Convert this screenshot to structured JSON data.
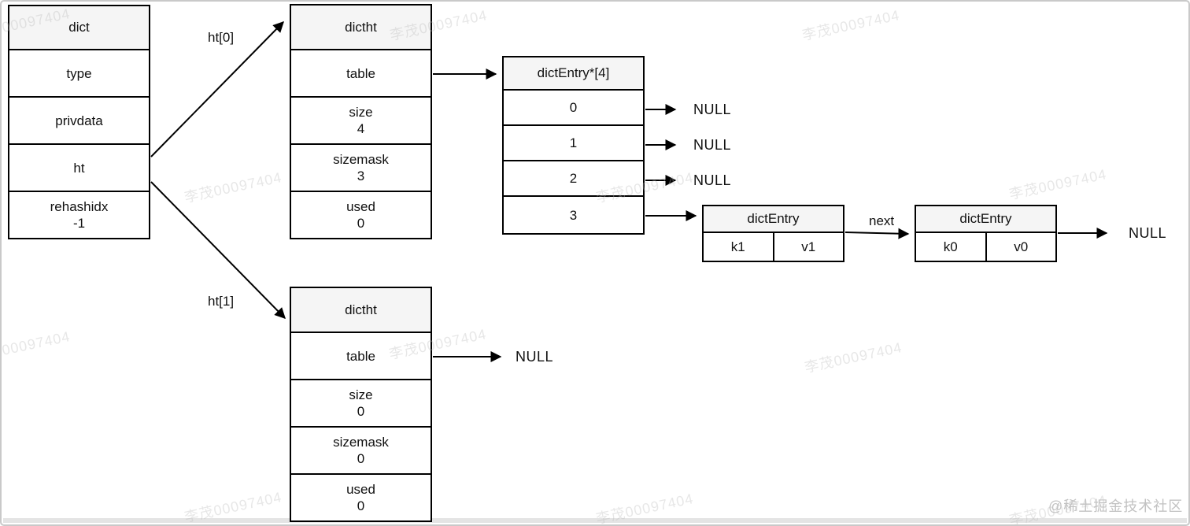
{
  "colors": {
    "header_bg": "#f5f5f5",
    "box_border": "#000000",
    "frame_border": "#c9c9c9",
    "watermark": "#bdbdbd",
    "badge": "#c2c2c2"
  },
  "watermark": {
    "text": "李茂00097404"
  },
  "badge": {
    "text": "@稀土掘金技术社区"
  },
  "labels": {
    "ht0": "ht[0]",
    "ht1": "ht[1]",
    "next": "next",
    "null": "NULL"
  },
  "dict": {
    "title": "dict",
    "rows": [
      {
        "label": "type"
      },
      {
        "label": "privdata"
      },
      {
        "label": "ht"
      },
      {
        "label": "rehashidx",
        "value": "-1"
      }
    ]
  },
  "dictht0": {
    "title": "dictht",
    "rows": [
      {
        "label": "table"
      },
      {
        "label": "size",
        "value": "4"
      },
      {
        "label": "sizemask",
        "value": "3"
      },
      {
        "label": "used",
        "value": "0"
      }
    ]
  },
  "dictht1": {
    "title": "dictht",
    "rows": [
      {
        "label": "table"
      },
      {
        "label": "size",
        "value": "0"
      },
      {
        "label": "sizemask",
        "value": "0"
      },
      {
        "label": "used",
        "value": "0"
      }
    ]
  },
  "bucket_array": {
    "title": "dictEntry*[4]",
    "slots": [
      "0",
      "1",
      "2",
      "3"
    ]
  },
  "entry1": {
    "title": "dictEntry",
    "key": "k1",
    "value": "v1"
  },
  "entry2": {
    "title": "dictEntry",
    "key": "k0",
    "value": "v0"
  }
}
